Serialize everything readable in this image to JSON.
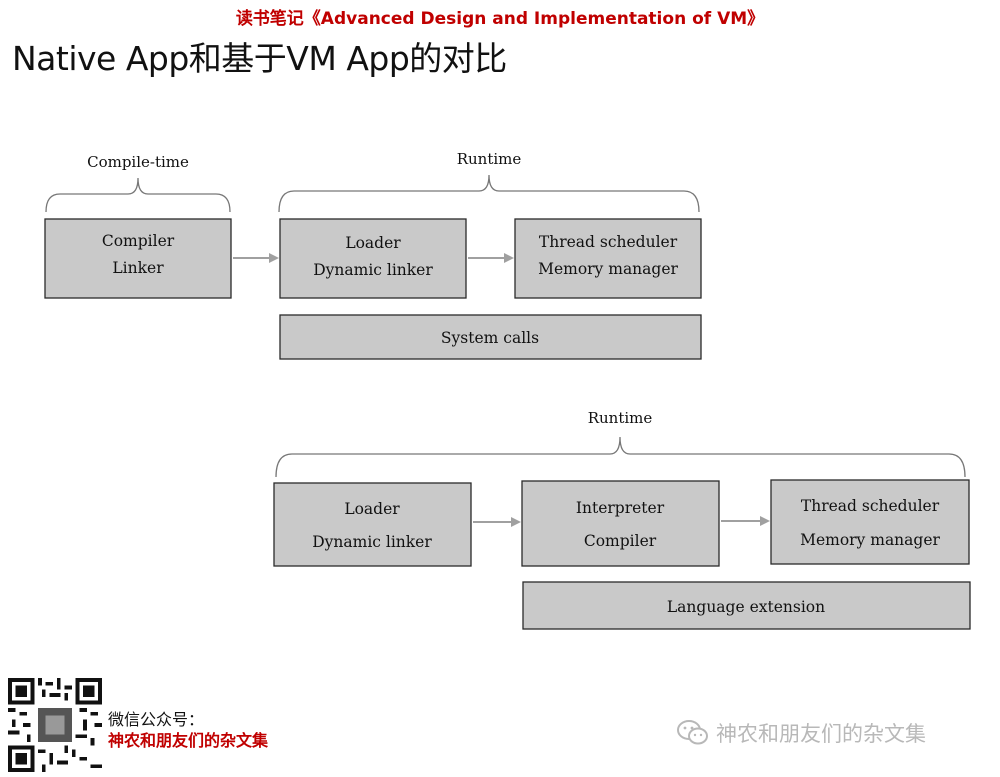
{
  "header": {
    "note": "读书笔记《Advanced Design and Implementation of VM》",
    "title": "Native App和基于VM App的对比"
  },
  "native": {
    "compile_label": "Compile-time",
    "runtime_label": "Runtime",
    "compiler_box": [
      "Compiler",
      "Linker"
    ],
    "loader_box": [
      "Loader",
      "Dynamic linker"
    ],
    "sched_box": [
      "Thread scheduler",
      "Memory manager"
    ],
    "syscalls": "System calls"
  },
  "vm": {
    "runtime_label": "Runtime",
    "loader_box": [
      "Loader",
      "Dynamic linker"
    ],
    "interp_box": [
      "Interpreter",
      "Compiler"
    ],
    "sched_box": [
      "Thread scheduler",
      "Memory manager"
    ],
    "lang_ext": "Language extension"
  },
  "footer": {
    "wechat_label": "微信公众号：",
    "account": "神农和朋友们的杂文集",
    "watermark": "神农和朋友们的杂文集"
  },
  "colors": {
    "box_fill": "#c9c9c9",
    "box_stroke": "#2a2a2a",
    "arrow": "#a0a0a0",
    "brace": "#777777",
    "accent": "#c00000"
  }
}
